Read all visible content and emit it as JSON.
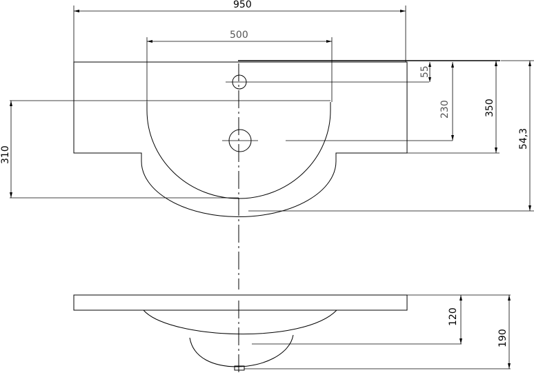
{
  "dimensions": {
    "overall_width": "950",
    "bowl_width": "500",
    "tap_hole_offset": "55",
    "drain_offset": "230",
    "front_depth": "350",
    "total_depth": "54,3",
    "side_depth": "310",
    "bowl_height": "120",
    "total_height": "190"
  },
  "colors": {
    "line": "#000000",
    "secondary_line": "#555555",
    "background": "#ffffff"
  }
}
